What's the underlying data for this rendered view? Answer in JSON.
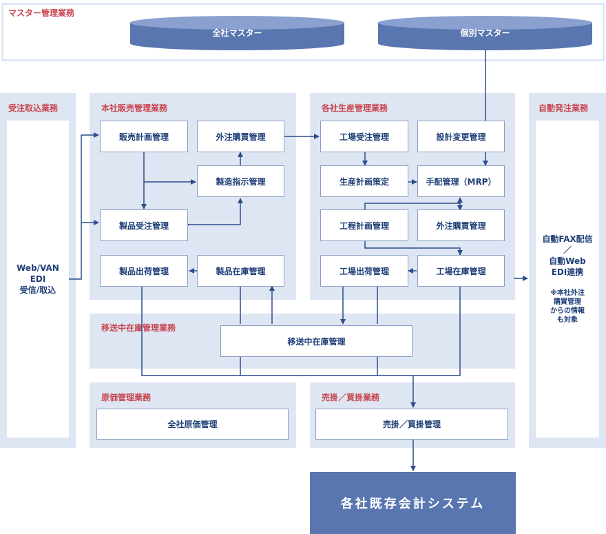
{
  "colors": {
    "panel": "#dfe6f3",
    "title": "#c8464f",
    "box_text": "#1f3f78",
    "line": "#2c4c8c",
    "cylinder": "#5a76b0",
    "system": "#5a76b0"
  },
  "master": {
    "title": "マスター管理業務",
    "company_master": "全社マスター",
    "individual_master": "個別マスター"
  },
  "order_intake": {
    "title": "受注取込業務",
    "line1": "Web/VAN",
    "line2": "EDI",
    "line3": "受信/取込"
  },
  "sales_hq": {
    "title": "本社販売管理業務",
    "sales_planning": "販売計画管理",
    "outsource_purchase": "外注購買管理",
    "manufacturing_instruction": "製造指示管理",
    "product_order": "製品受注管理",
    "product_shipping": "製品出荷管理",
    "product_inventory": "製品在庫管理"
  },
  "production": {
    "title": "各社生産管理業務",
    "factory_order": "工場受注管理",
    "design_change": "設計変更管理",
    "production_planning": "生産計画策定",
    "arrangement": "手配管理（MRP）",
    "process_planning": "工程計画管理",
    "outsource_purchase": "外注購買管理",
    "factory_shipping": "工場出荷管理",
    "factory_inventory": "工場在庫管理"
  },
  "auto_order": {
    "title": "自動発注業務",
    "line1": "自動FAX配信",
    "line2": "／",
    "line3": "自動Web",
    "line4": "EDI連携",
    "note1": "※本社外注",
    "note2": "購買管理",
    "note3": "からの情報",
    "note4": "も対象"
  },
  "transit": {
    "title": "移送中在庫管理業務",
    "box": "移送中在庫管理"
  },
  "cost": {
    "title": "原価管理業務",
    "box": "全社原価管理"
  },
  "receivable": {
    "title": "売掛／買掛業務",
    "box": "売掛／買掛管理"
  },
  "accounting": {
    "label": "各社既存会計システム"
  }
}
